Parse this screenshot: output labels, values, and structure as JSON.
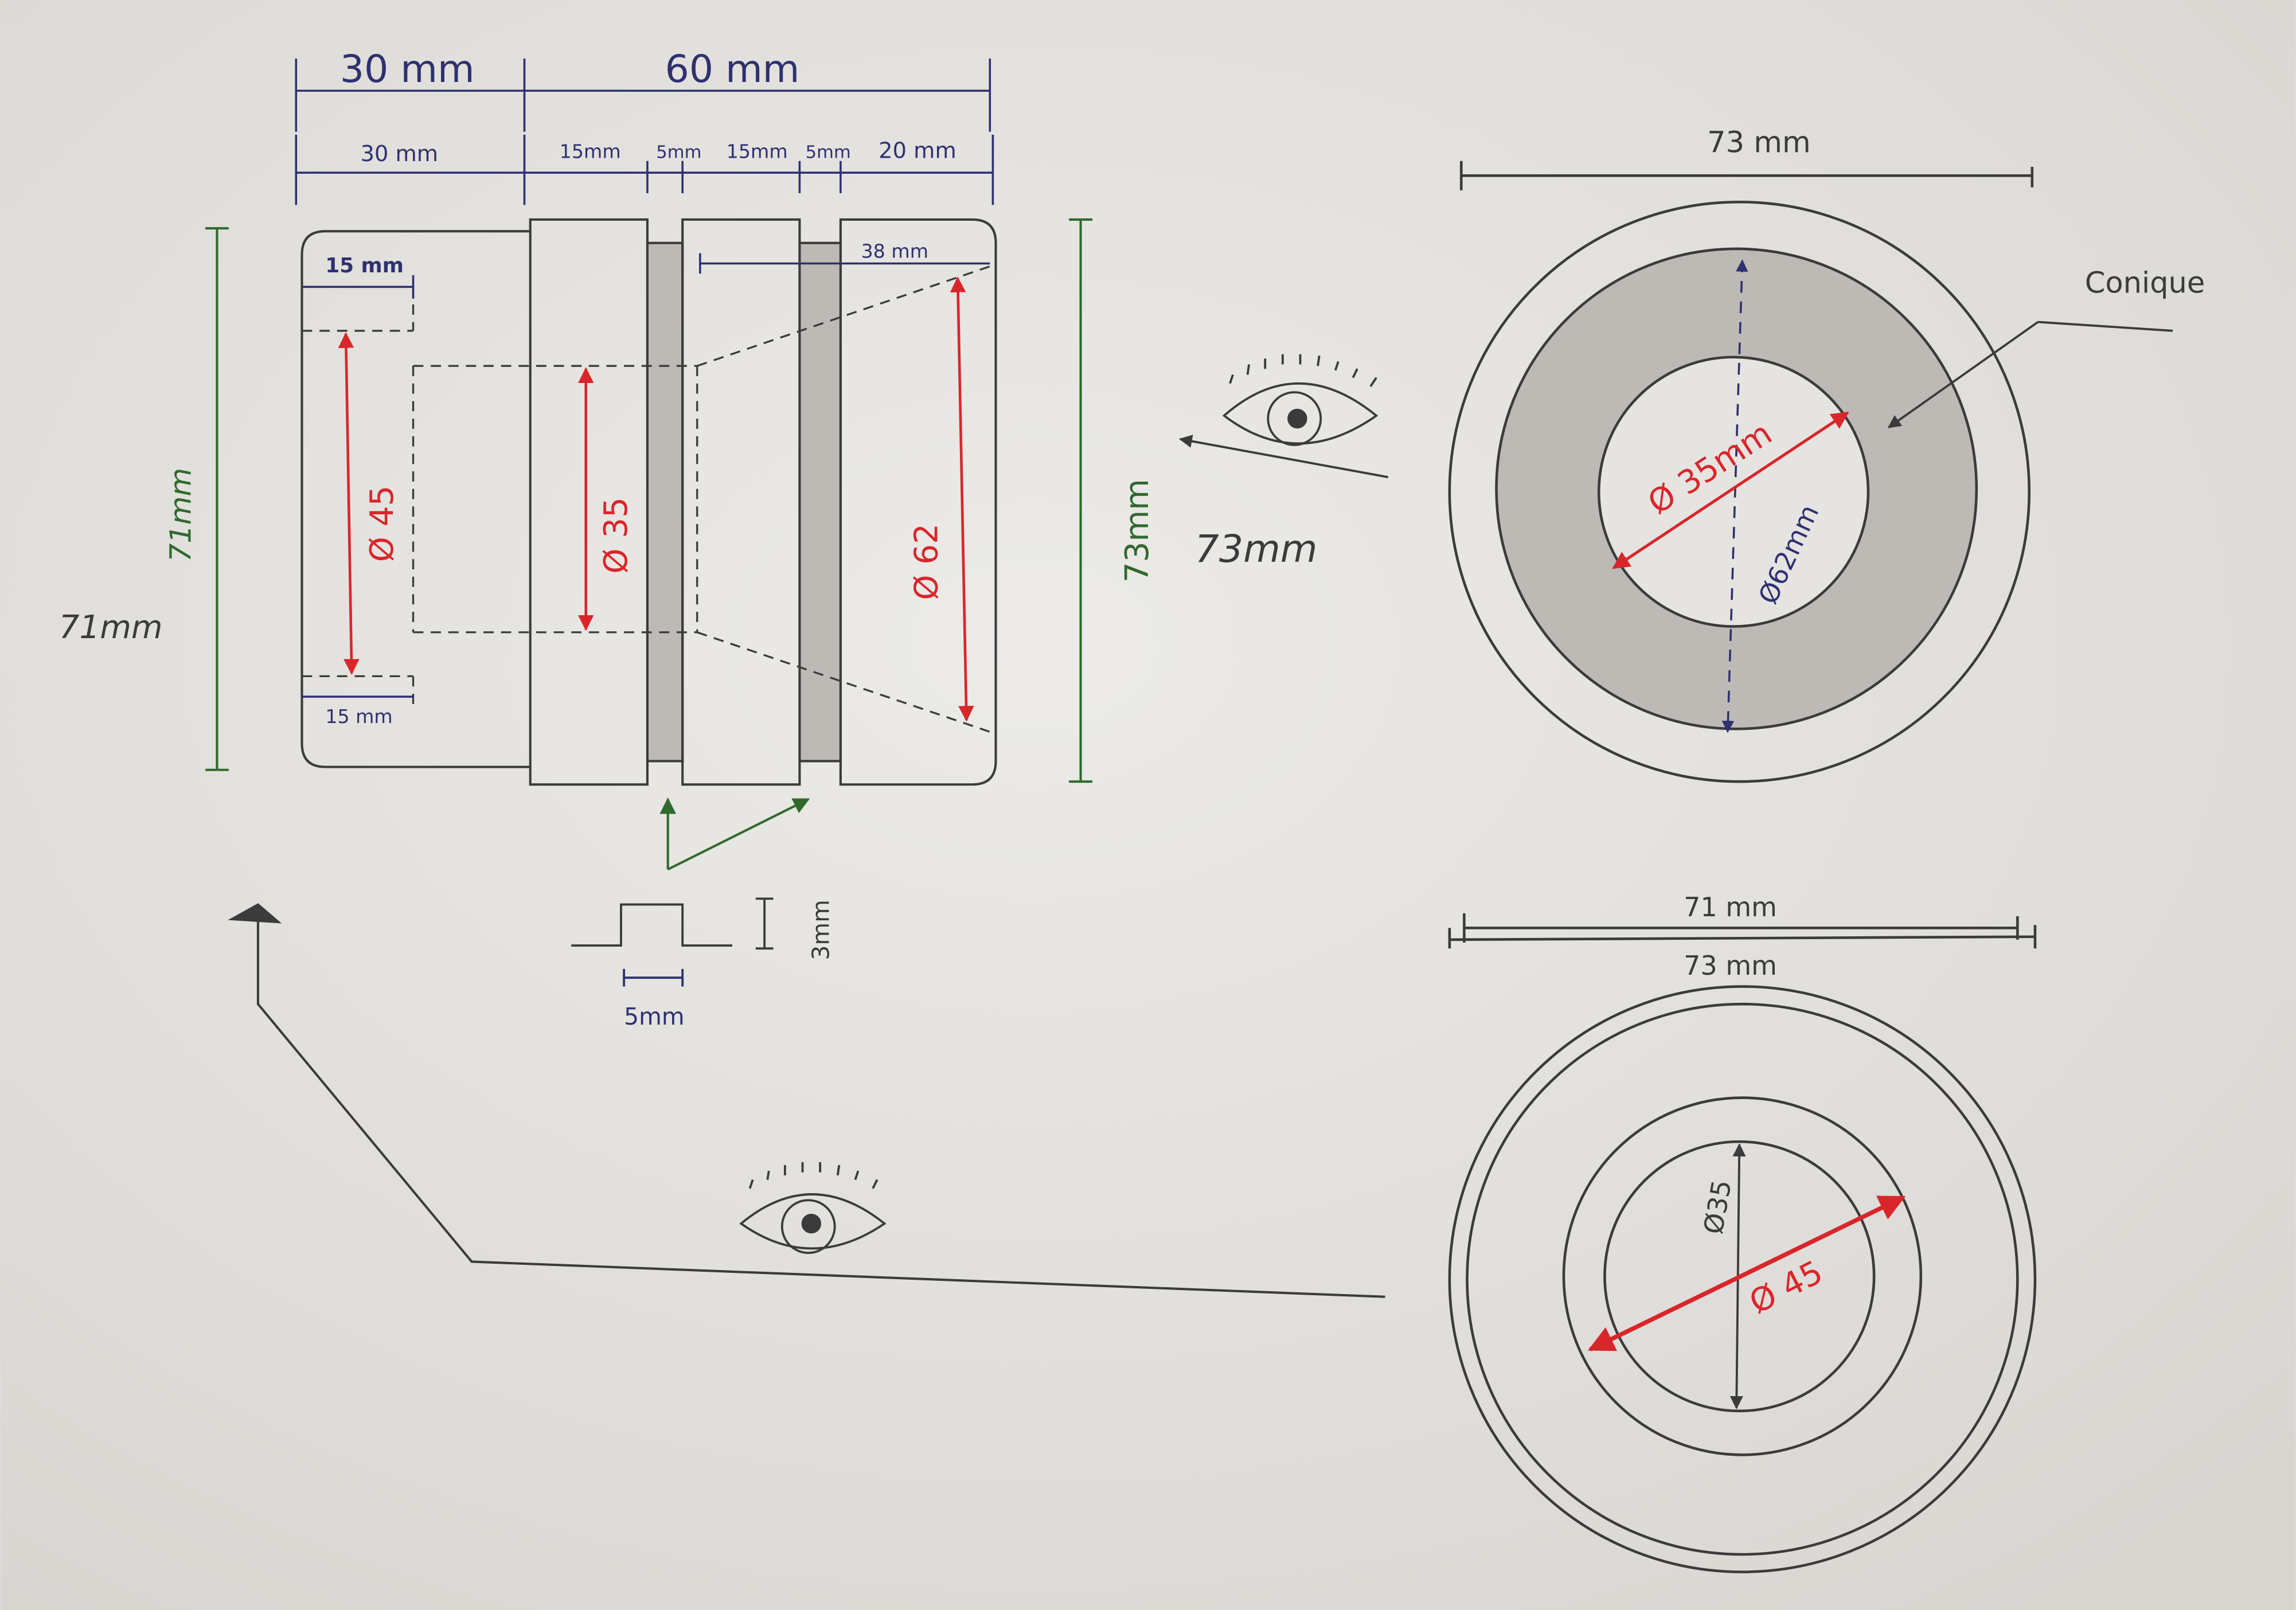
{
  "colors": {
    "paper": "#e6e4e1",
    "pencil": "#3b3b3b",
    "navy": "#2e3170",
    "red": "#d9262b",
    "green": "#2f6a2c",
    "shade": "#b9b6b3"
  },
  "side_view": {
    "top_total_left": "30 mm",
    "top_total_right": "60 mm",
    "seg_left": "30 mm",
    "seg_15a": "15mm",
    "seg_5a": "5mm",
    "seg_15b": "15mm",
    "seg_5b": "5mm",
    "seg_20": "20 mm",
    "inner_depth_top": "15 mm",
    "inner_depth_bottom": "15 mm",
    "cone_top": "38 mm",
    "dia_45": "Ø 45",
    "dia_35": "Ø 35",
    "dia_62": "Ø 62",
    "height_left_green": "71mm",
    "height_left_dark": "71mm",
    "height_right_green": "73mm",
    "height_right_dark": "73mm",
    "groove_depth": "3mm",
    "groove_width": "5mm"
  },
  "front_view": {
    "width": "73 mm",
    "conique_label": "Conique",
    "dia_35": "Ø 35mm",
    "dia_62": "Ø62mm"
  },
  "back_view": {
    "width_71": "71 mm",
    "width_73": "73 mm",
    "dia_35": "Ø35",
    "dia_45": "Ø 45"
  },
  "icons": [
    "eye-icon",
    "eye-icon"
  ]
}
